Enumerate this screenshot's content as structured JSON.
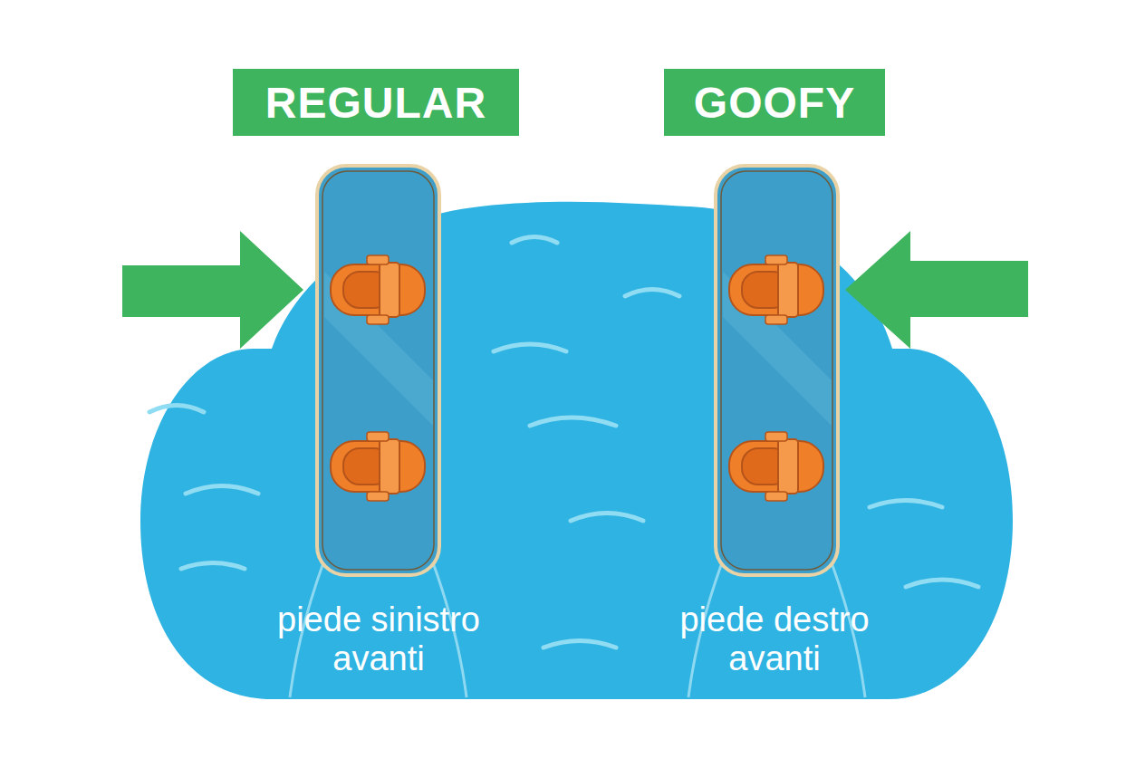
{
  "diagram": {
    "nodes": [
      {
        "text": [
          "REGULAR"
        ]
      },
      {
        "text": [
          "GOOFY"
        ]
      }
    ],
    "labels": [
      "piede sinistro avanti",
      "piede destro avanti"
    ]
  }
}
